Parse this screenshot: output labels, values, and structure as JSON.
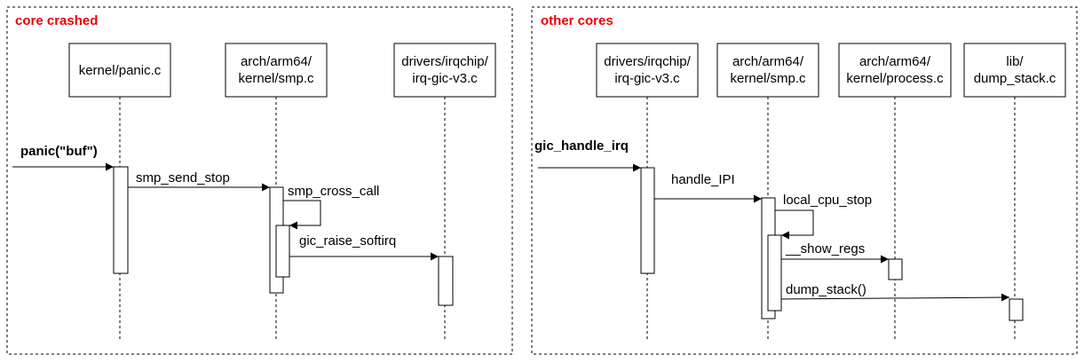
{
  "colors": {
    "title": "#e8000b",
    "line": "#000000",
    "background": "#ffffff"
  },
  "left": {
    "title": "core crashed",
    "participants": [
      {
        "line1": "kernel/panic.c",
        "line2": ""
      },
      {
        "line1": "arch/arm64/",
        "line2": "kernel/smp.c"
      },
      {
        "line1": "drivers/irqchip/",
        "line2": "irq-gic-v3.c"
      }
    ],
    "entry": "panic(\"buf\")",
    "messages": [
      "smp_send_stop",
      "smp_cross_call",
      "gic_raise_softirq"
    ]
  },
  "right": {
    "title": "other cores",
    "participants": [
      {
        "line1": "drivers/irqchip/",
        "line2": "irq-gic-v3.c"
      },
      {
        "line1": "arch/arm64/",
        "line2": "kernel/smp.c"
      },
      {
        "line1": "arch/arm64/",
        "line2": "kernel/process.c"
      },
      {
        "line1": "lib/",
        "line2": "dump_stack.c"
      }
    ],
    "entry": "gic_handle_irq",
    "messages": [
      "handle_IPI",
      "local_cpu_stop",
      "__show_regs",
      "dump_stack()"
    ]
  }
}
